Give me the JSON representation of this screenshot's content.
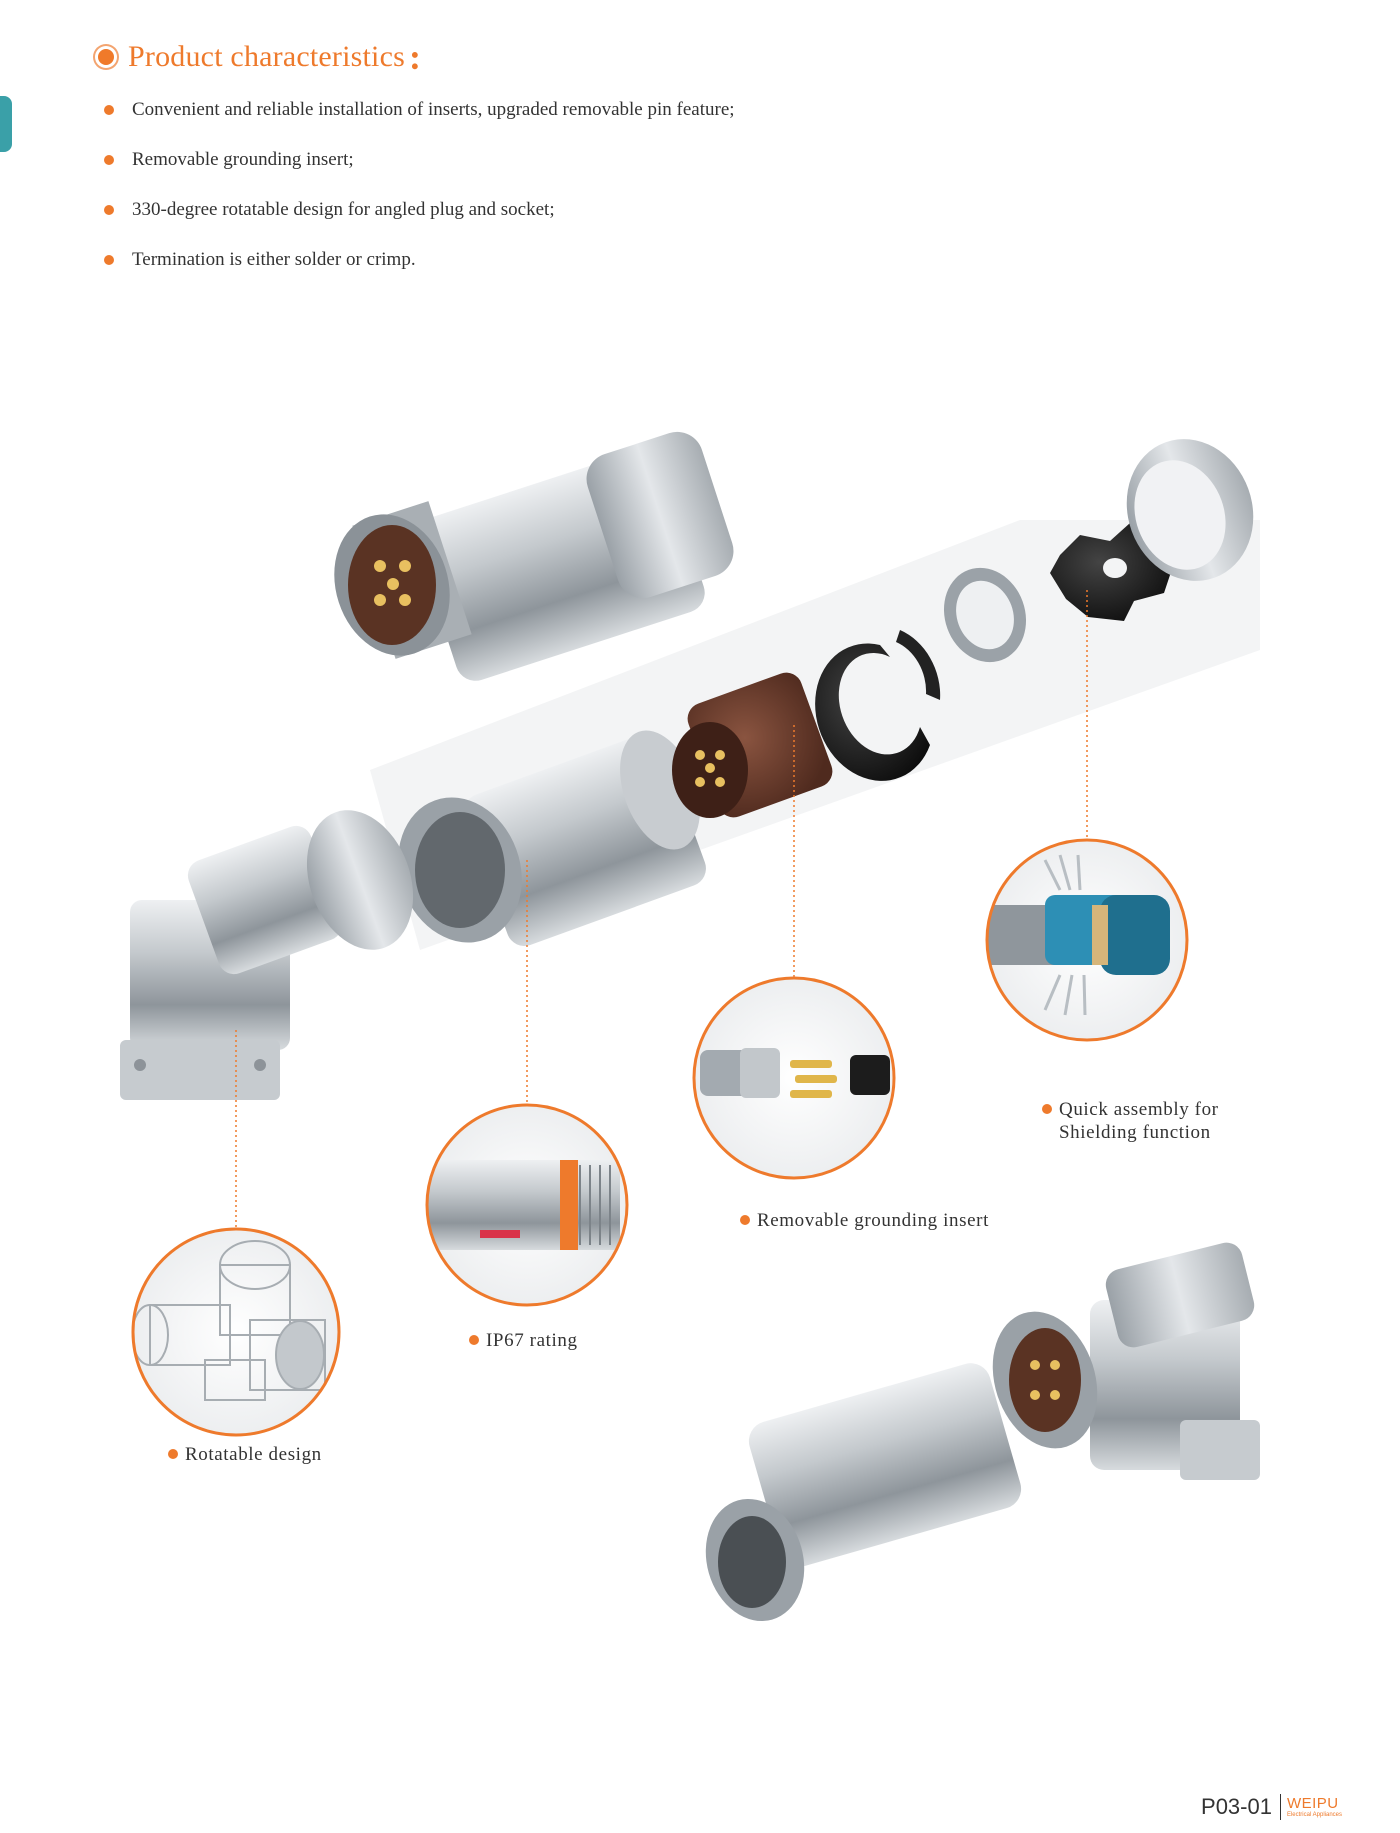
{
  "heading": {
    "title": "Product characteristics",
    "colon": ":"
  },
  "features": [
    "Convenient and reliable installation of inserts, upgraded removable pin feature;",
    "Removable grounding insert;",
    "330-degree rotatable design for angled plug and socket;",
    "Termination is either solder or crimp."
  ],
  "callouts": {
    "shielding": {
      "line1": "Quick assembly for",
      "line2": "Shielding function"
    },
    "grounding": "Removable grounding insert",
    "ip67": "IP67 rating",
    "rotatable": "Rotatable design"
  },
  "footer": {
    "page_number": "P03-01",
    "brand": "WEIPU",
    "brand_sub": "Electrical Appliances"
  },
  "colors": {
    "accent": "#ee7a2c",
    "side_tab": "#3aa0a8",
    "metal": "#b9bfc4",
    "insert_brown": "#6b3b2a"
  }
}
